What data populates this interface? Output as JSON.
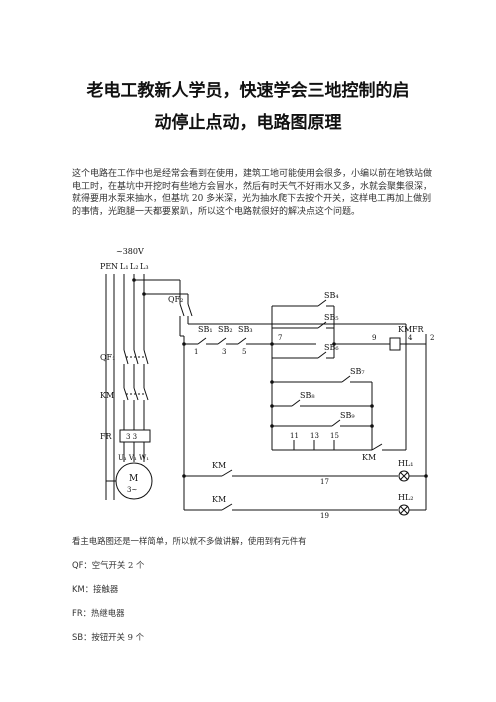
{
  "article": {
    "title_line1": "老电工教新人学员，快速学会三地控制的启",
    "title_line2": "动停止点动，电路图原理",
    "intro": "这个电路在工作中也是经常会看到在使用，建筑工地可能使用会很多，小编以前在地铁站做电工时，在基坑中开挖时有些地方会冒水，然后有时天气不好雨水又多，水就会聚集很深，就得要用水泵来抽水，但基坑 20 多米深，光为抽水爬下去按个开关，这样电工再加上做别的事情，光跑腿一天都要累趴，所以这个电路就很好的解决点这个问题。",
    "after_diagram": "看主电路图还是一样简单，所以就不多做讲解，使用到有元件有",
    "components": [
      {
        "code": "QF",
        "desc": "：空气开关  2 个"
      },
      {
        "code": "KM",
        "desc": "：接触器"
      },
      {
        "code": "FR",
        "desc": "：热继电器"
      },
      {
        "code": "SB",
        "desc": "：按钮开关  9 个"
      }
    ]
  },
  "diagram": {
    "supply": "~380V",
    "buses": [
      "PE",
      "N",
      "L₁",
      "L₂",
      "L₃"
    ],
    "labels": {
      "qf1": "QF₁",
      "qf2": "QF₂",
      "km": "KM",
      "fr": "FR",
      "fr_box": "3 3",
      "uvw": "U₁ V₁ W₁",
      "motor_m": "M",
      "motor_phase": "3~",
      "sb1": "SB₁",
      "sb2": "SB₂",
      "sb3": "SB₃",
      "sb4": "SB₄",
      "sb5": "SB₅",
      "sb6": "SB₆",
      "sb7": "SB₇",
      "sb8": "SB₈",
      "sb9": "SB₉",
      "km_coil": "KM",
      "fr_ctrl": "FR",
      "km_aux": "KM",
      "km_hl1": "KM",
      "km_hl2": "KM",
      "hl1": "HL₁",
      "hl2": "HL₂",
      "n1": "1",
      "n3": "3",
      "n5": "5",
      "n7": "7",
      "n9": "9",
      "n4": "4",
      "n2": "2",
      "n11": "11",
      "n13": "13",
      "n15": "15",
      "n17": "17",
      "n19": "19"
    }
  }
}
